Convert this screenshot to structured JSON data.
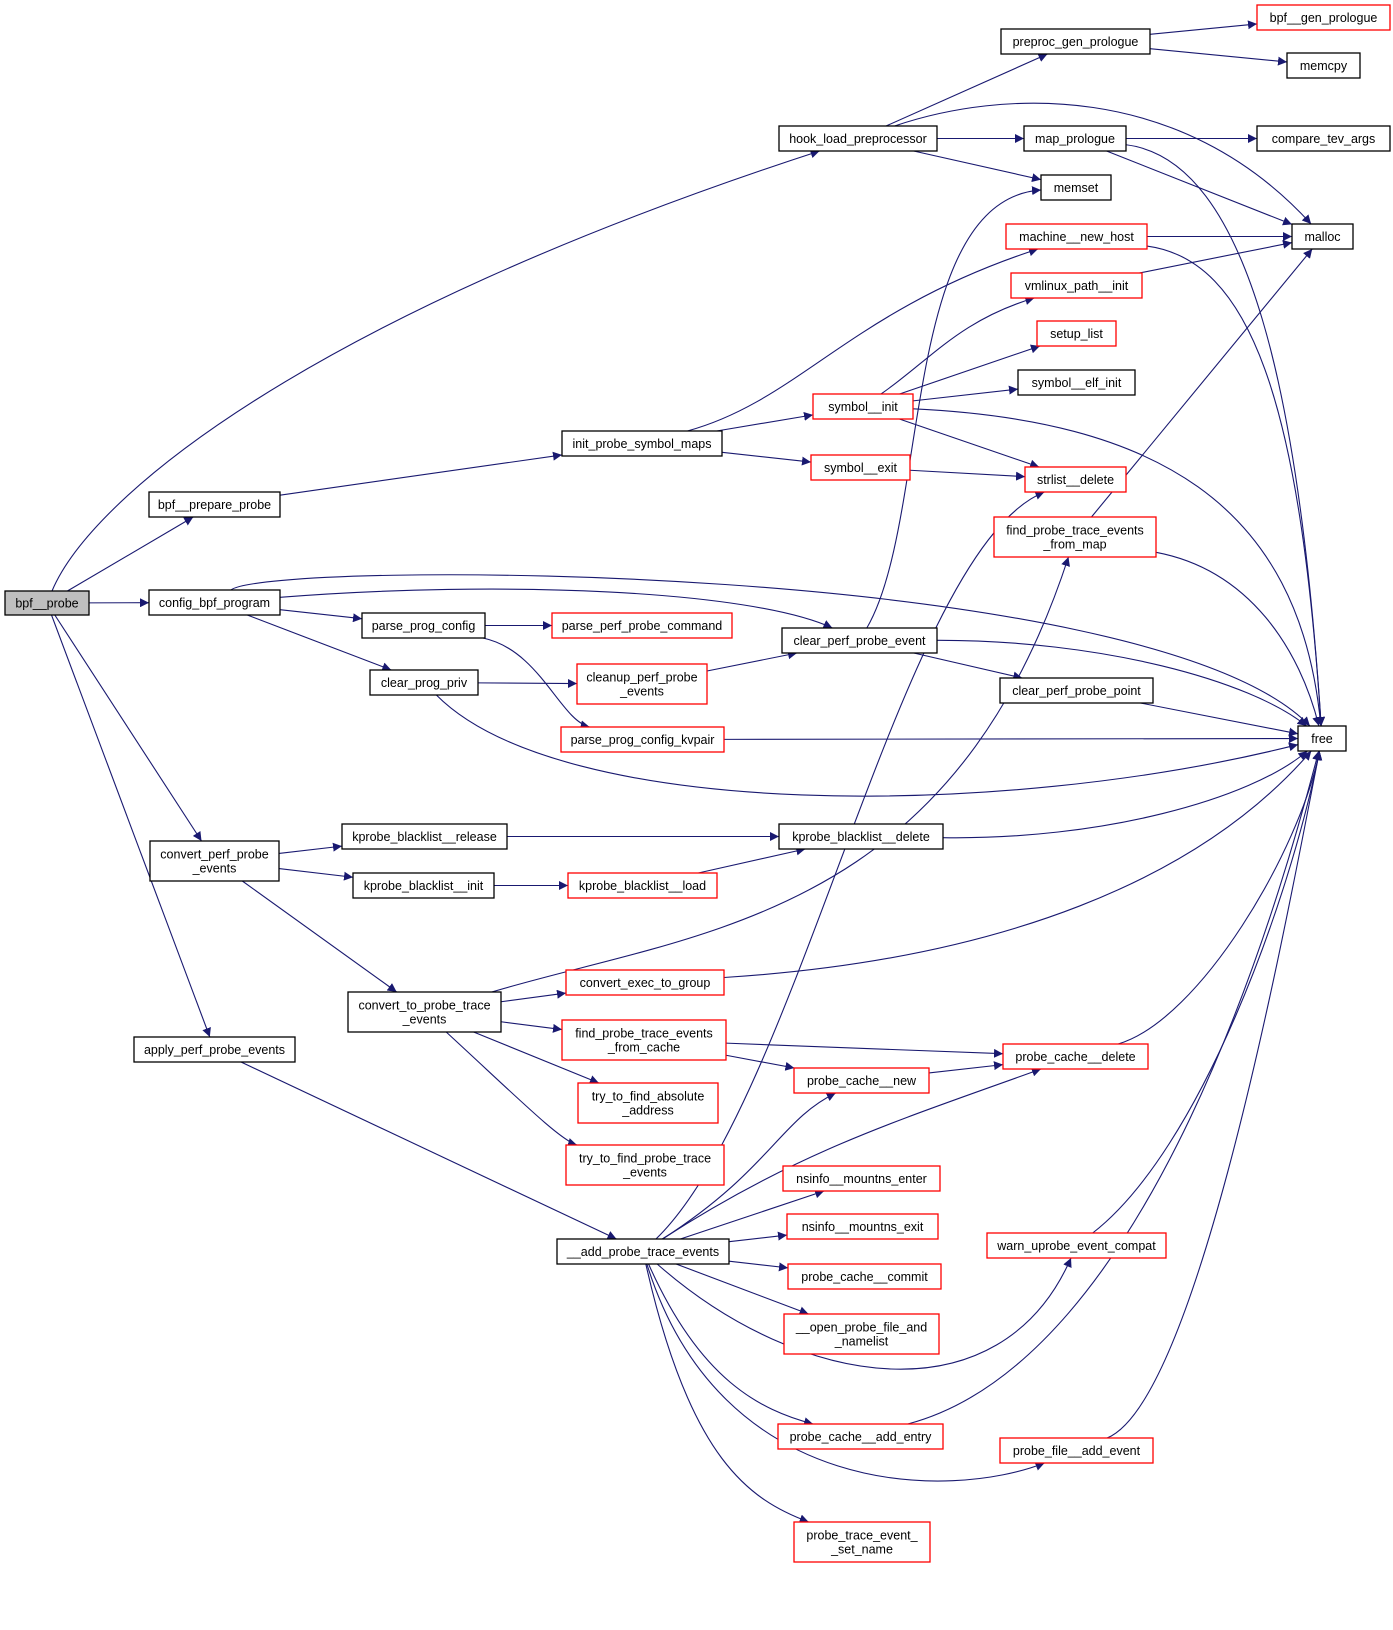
{
  "diagram": {
    "type": "call-graph",
    "colors": {
      "root_fill": "#bfbfbf",
      "node_fill": "#ffffff",
      "normal_border": "#000000",
      "truncated_border": "#ff0000",
      "edge": "#191970"
    },
    "nodes": [
      {
        "id": "bpf__probe",
        "lines": [
          "bpf__probe"
        ],
        "style": "root"
      },
      {
        "id": "bpf__prepare_probe",
        "lines": [
          "bpf__prepare_probe"
        ],
        "style": "normal"
      },
      {
        "id": "config_bpf_program",
        "lines": [
          "config_bpf_program"
        ],
        "style": "normal"
      },
      {
        "id": "convert_perf_probe_events",
        "lines": [
          "convert_perf_probe",
          "_events"
        ],
        "style": "normal"
      },
      {
        "id": "apply_perf_probe_events",
        "lines": [
          "apply_perf_probe_events"
        ],
        "style": "normal"
      },
      {
        "id": "hook_load_preprocessor",
        "lines": [
          "hook_load_preprocessor"
        ],
        "style": "normal"
      },
      {
        "id": "init_probe_symbol_maps",
        "lines": [
          "init_probe_symbol_maps"
        ],
        "style": "normal"
      },
      {
        "id": "parse_prog_config",
        "lines": [
          "parse_prog_config"
        ],
        "style": "normal"
      },
      {
        "id": "clear_prog_priv",
        "lines": [
          "clear_prog_priv"
        ],
        "style": "normal"
      },
      {
        "id": "kprobe_blacklist__release",
        "lines": [
          "kprobe_blacklist__release"
        ],
        "style": "normal"
      },
      {
        "id": "kprobe_blacklist__init",
        "lines": [
          "kprobe_blacklist__init"
        ],
        "style": "normal"
      },
      {
        "id": "convert_to_probe_trace_events",
        "lines": [
          "convert_to_probe_trace",
          "_events"
        ],
        "style": "normal"
      },
      {
        "id": "__add_probe_trace_events",
        "lines": [
          "__add_probe_trace_events"
        ],
        "style": "normal"
      },
      {
        "id": "parse_perf_probe_command",
        "lines": [
          "parse_perf_probe_command"
        ],
        "style": "truncated"
      },
      {
        "id": "cleanup_perf_probe_events",
        "lines": [
          "cleanup_perf_probe",
          "_events"
        ],
        "style": "truncated"
      },
      {
        "id": "parse_prog_config_kvpair",
        "lines": [
          "parse_prog_config_kvpair"
        ],
        "style": "truncated"
      },
      {
        "id": "kprobe_blacklist__load",
        "lines": [
          "kprobe_blacklist__load"
        ],
        "style": "truncated"
      },
      {
        "id": "convert_exec_to_group",
        "lines": [
          "convert_exec_to_group"
        ],
        "style": "truncated"
      },
      {
        "id": "find_probe_trace_events_from_cache",
        "lines": [
          "find_probe_trace_events",
          "_from_cache"
        ],
        "style": "truncated"
      },
      {
        "id": "try_to_find_absolute_address",
        "lines": [
          "try_to_find_absolute",
          "_address"
        ],
        "style": "truncated"
      },
      {
        "id": "try_to_find_probe_trace_events",
        "lines": [
          "try_to_find_probe_trace",
          "_events"
        ],
        "style": "truncated"
      },
      {
        "id": "symbol__init",
        "lines": [
          "symbol__init"
        ],
        "style": "truncated"
      },
      {
        "id": "symbol__exit",
        "lines": [
          "symbol__exit"
        ],
        "style": "truncated"
      },
      {
        "id": "clear_perf_probe_event",
        "lines": [
          "clear_perf_probe_event"
        ],
        "style": "normal"
      },
      {
        "id": "kprobe_blacklist__delete",
        "lines": [
          "kprobe_blacklist__delete"
        ],
        "style": "normal"
      },
      {
        "id": "probe_cache__new",
        "lines": [
          "probe_cache__new"
        ],
        "style": "truncated"
      },
      {
        "id": "nsinfo__mountns_enter",
        "lines": [
          "nsinfo__mountns_enter"
        ],
        "style": "truncated"
      },
      {
        "id": "nsinfo__mountns_exit",
        "lines": [
          "nsinfo__mountns_exit"
        ],
        "style": "truncated"
      },
      {
        "id": "probe_cache__commit",
        "lines": [
          "probe_cache__commit"
        ],
        "style": "truncated"
      },
      {
        "id": "__open_probe_file_and_namelist",
        "lines": [
          "__open_probe_file_and",
          "_namelist"
        ],
        "style": "truncated"
      },
      {
        "id": "probe_cache__add_entry",
        "lines": [
          "probe_cache__add_entry"
        ],
        "style": "truncated"
      },
      {
        "id": "probe_trace_event__set_name",
        "lines": [
          "probe_trace_event_",
          "_set_name"
        ],
        "style": "truncated"
      },
      {
        "id": "preproc_gen_prologue",
        "lines": [
          "preproc_gen_prologue"
        ],
        "style": "normal"
      },
      {
        "id": "map_prologue",
        "lines": [
          "map_prologue"
        ],
        "style": "normal"
      },
      {
        "id": "memset",
        "lines": [
          "memset"
        ],
        "style": "normal"
      },
      {
        "id": "machine__new_host",
        "lines": [
          "machine__new_host"
        ],
        "style": "truncated"
      },
      {
        "id": "vmlinux_path__init",
        "lines": [
          "vmlinux_path__init"
        ],
        "style": "truncated"
      },
      {
        "id": "setup_list",
        "lines": [
          "setup_list"
        ],
        "style": "truncated"
      },
      {
        "id": "symbol__elf_init",
        "lines": [
          "symbol__elf_init"
        ],
        "style": "normal"
      },
      {
        "id": "strlist__delete",
        "lines": [
          "strlist__delete"
        ],
        "style": "truncated"
      },
      {
        "id": "find_probe_trace_events_from_map",
        "lines": [
          "find_probe_trace_events",
          "_from_map"
        ],
        "style": "truncated"
      },
      {
        "id": "clear_perf_probe_point",
        "lines": [
          "clear_perf_probe_point"
        ],
        "style": "normal"
      },
      {
        "id": "probe_cache__delete",
        "lines": [
          "probe_cache__delete"
        ],
        "style": "truncated"
      },
      {
        "id": "warn_uprobe_event_compat",
        "lines": [
          "warn_uprobe_event_compat"
        ],
        "style": "truncated"
      },
      {
        "id": "probe_file__add_event",
        "lines": [
          "probe_file__add_event"
        ],
        "style": "truncated"
      },
      {
        "id": "bpf__gen_prologue",
        "lines": [
          "bpf__gen_prologue"
        ],
        "style": "truncated"
      },
      {
        "id": "memcpy",
        "lines": [
          "memcpy"
        ],
        "style": "normal"
      },
      {
        "id": "compare_tev_args",
        "lines": [
          "compare_tev_args"
        ],
        "style": "normal"
      },
      {
        "id": "malloc",
        "lines": [
          "malloc"
        ],
        "style": "normal"
      },
      {
        "id": "free",
        "lines": [
          "free"
        ],
        "style": "normal"
      }
    ],
    "edges": [
      [
        "bpf__probe",
        "hook_load_preprocessor"
      ],
      [
        "bpf__probe",
        "bpf__prepare_probe"
      ],
      [
        "bpf__probe",
        "config_bpf_program"
      ],
      [
        "bpf__probe",
        "convert_perf_probe_events"
      ],
      [
        "bpf__probe",
        "apply_perf_probe_events"
      ],
      [
        "bpf__prepare_probe",
        "init_probe_symbol_maps"
      ],
      [
        "config_bpf_program",
        "free"
      ],
      [
        "config_bpf_program",
        "clear_perf_probe_event"
      ],
      [
        "config_bpf_program",
        "parse_prog_config"
      ],
      [
        "config_bpf_program",
        "clear_prog_priv"
      ],
      [
        "parse_prog_config",
        "parse_perf_probe_command"
      ],
      [
        "parse_prog_config",
        "parse_prog_config_kvpair"
      ],
      [
        "clear_prog_priv",
        "cleanup_perf_probe_events"
      ],
      [
        "clear_prog_priv",
        "free"
      ],
      [
        "cleanup_perf_probe_events",
        "clear_perf_probe_event"
      ],
      [
        "parse_prog_config_kvpair",
        "free"
      ],
      [
        "clear_perf_probe_event",
        "memset"
      ],
      [
        "clear_perf_probe_event",
        "free"
      ],
      [
        "clear_perf_probe_event",
        "clear_perf_probe_point"
      ],
      [
        "clear_perf_probe_point",
        "free"
      ],
      [
        "hook_load_preprocessor",
        "preproc_gen_prologue"
      ],
      [
        "hook_load_preprocessor",
        "malloc"
      ],
      [
        "hook_load_preprocessor",
        "map_prologue"
      ],
      [
        "hook_load_preprocessor",
        "memset"
      ],
      [
        "preproc_gen_prologue",
        "bpf__gen_prologue"
      ],
      [
        "preproc_gen_prologue",
        "memcpy"
      ],
      [
        "map_prologue",
        "compare_tev_args"
      ],
      [
        "map_prologue",
        "malloc"
      ],
      [
        "map_prologue",
        "free"
      ],
      [
        "init_probe_symbol_maps",
        "machine__new_host"
      ],
      [
        "init_probe_symbol_maps",
        "symbol__init"
      ],
      [
        "init_probe_symbol_maps",
        "symbol__exit"
      ],
      [
        "machine__new_host",
        "malloc"
      ],
      [
        "machine__new_host",
        "free"
      ],
      [
        "vmlinux_path__init",
        "malloc"
      ],
      [
        "symbol__init",
        "vmlinux_path__init"
      ],
      [
        "symbol__init",
        "setup_list"
      ],
      [
        "symbol__init",
        "symbol__elf_init"
      ],
      [
        "symbol__init",
        "free"
      ],
      [
        "symbol__init",
        "strlist__delete"
      ],
      [
        "symbol__exit",
        "strlist__delete"
      ],
      [
        "find_probe_trace_events_from_map",
        "malloc"
      ],
      [
        "find_probe_trace_events_from_map",
        "free"
      ],
      [
        "convert_perf_probe_events",
        "kprobe_blacklist__release"
      ],
      [
        "convert_perf_probe_events",
        "kprobe_blacklist__init"
      ],
      [
        "convert_perf_probe_events",
        "convert_to_probe_trace_events"
      ],
      [
        "kprobe_blacklist__release",
        "kprobe_blacklist__delete"
      ],
      [
        "kprobe_blacklist__init",
        "kprobe_blacklist__load"
      ],
      [
        "kprobe_blacklist__load",
        "kprobe_blacklist__delete"
      ],
      [
        "kprobe_blacklist__delete",
        "free"
      ],
      [
        "convert_to_probe_trace_events",
        "find_probe_trace_events_from_map"
      ],
      [
        "convert_to_probe_trace_events",
        "convert_exec_to_group"
      ],
      [
        "convert_to_probe_trace_events",
        "find_probe_trace_events_from_cache"
      ],
      [
        "convert_to_probe_trace_events",
        "try_to_find_absolute_address"
      ],
      [
        "convert_to_probe_trace_events",
        "try_to_find_probe_trace_events"
      ],
      [
        "convert_exec_to_group",
        "free"
      ],
      [
        "find_probe_trace_events_from_cache",
        "probe_cache__delete"
      ],
      [
        "find_probe_trace_events_from_cache",
        "probe_cache__new"
      ],
      [
        "probe_cache__new",
        "probe_cache__delete"
      ],
      [
        "probe_cache__delete",
        "free"
      ],
      [
        "apply_perf_probe_events",
        "__add_probe_trace_events"
      ],
      [
        "__add_probe_trace_events",
        "strlist__delete"
      ],
      [
        "__add_probe_trace_events",
        "probe_cache__new"
      ],
      [
        "__add_probe_trace_events",
        "probe_cache__delete"
      ],
      [
        "__add_probe_trace_events",
        "nsinfo__mountns_enter"
      ],
      [
        "__add_probe_trace_events",
        "nsinfo__mountns_exit"
      ],
      [
        "__add_probe_trace_events",
        "probe_cache__commit"
      ],
      [
        "__add_probe_trace_events",
        "__open_probe_file_and_namelist"
      ],
      [
        "__add_probe_trace_events",
        "warn_uprobe_event_compat"
      ],
      [
        "__add_probe_trace_events",
        "probe_cache__add_entry"
      ],
      [
        "__add_probe_trace_events",
        "probe_file__add_event"
      ],
      [
        "__add_probe_trace_events",
        "probe_trace_event__set_name"
      ],
      [
        "warn_uprobe_event_compat",
        "free"
      ],
      [
        "probe_cache__add_entry",
        "free"
      ],
      [
        "probe_file__add_event",
        "free"
      ]
    ]
  }
}
